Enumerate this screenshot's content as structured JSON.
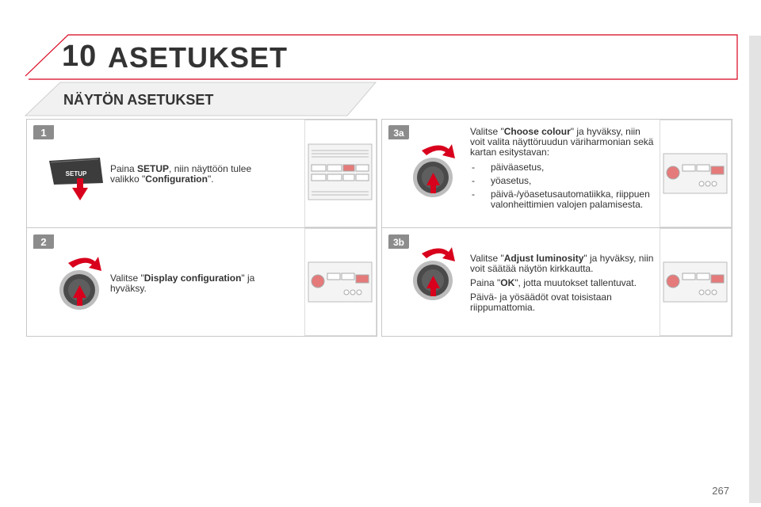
{
  "header": {
    "chapter_number": "10",
    "chapter_title": "ASETUKSET"
  },
  "section": {
    "title": "NÄYTÖN ASETUKSET"
  },
  "steps": {
    "s1": {
      "badge": "1",
      "pre": "Paina ",
      "bold": "SETUP",
      "mid": ", niin näyttöön tulee valikko \"",
      "bold2": "Configuration",
      "post": "\".",
      "button_label": "SETUP"
    },
    "s2": {
      "badge": "2",
      "pre": "Valitse \"",
      "bold": "Display configuration",
      "post": "\" ja hyväksy."
    },
    "s3a": {
      "badge": "3a",
      "pre": "Valitse \"",
      "bold": "Choose colour",
      "post": "\" ja hyväksy, niin voit valita näyttöruudun väriharmonian sekä kartan esitystavan:",
      "items": [
        "päiväasetus,",
        "yöasetus,",
        "päivä-/yöasetusautomatiikka, riippuen valonheittimien valojen palamisesta."
      ]
    },
    "s3b": {
      "badge": "3b",
      "pre": "Valitse \"",
      "bold": "Adjust luminosity",
      "post": "\" ja hyväksy, niin voit säätää näytön kirkkautta.",
      "line2_pre": "Paina \"",
      "line2_bold": "OK",
      "line2_post": "\", jotta muutokset tallentuvat.",
      "line3": "Päivä- ja yösäädöt ovat toisistaan riippumattomia."
    }
  },
  "page_number": "267",
  "colors": {
    "accent": "#d8001c",
    "badge": "#8c8c8c",
    "text": "#333333"
  }
}
